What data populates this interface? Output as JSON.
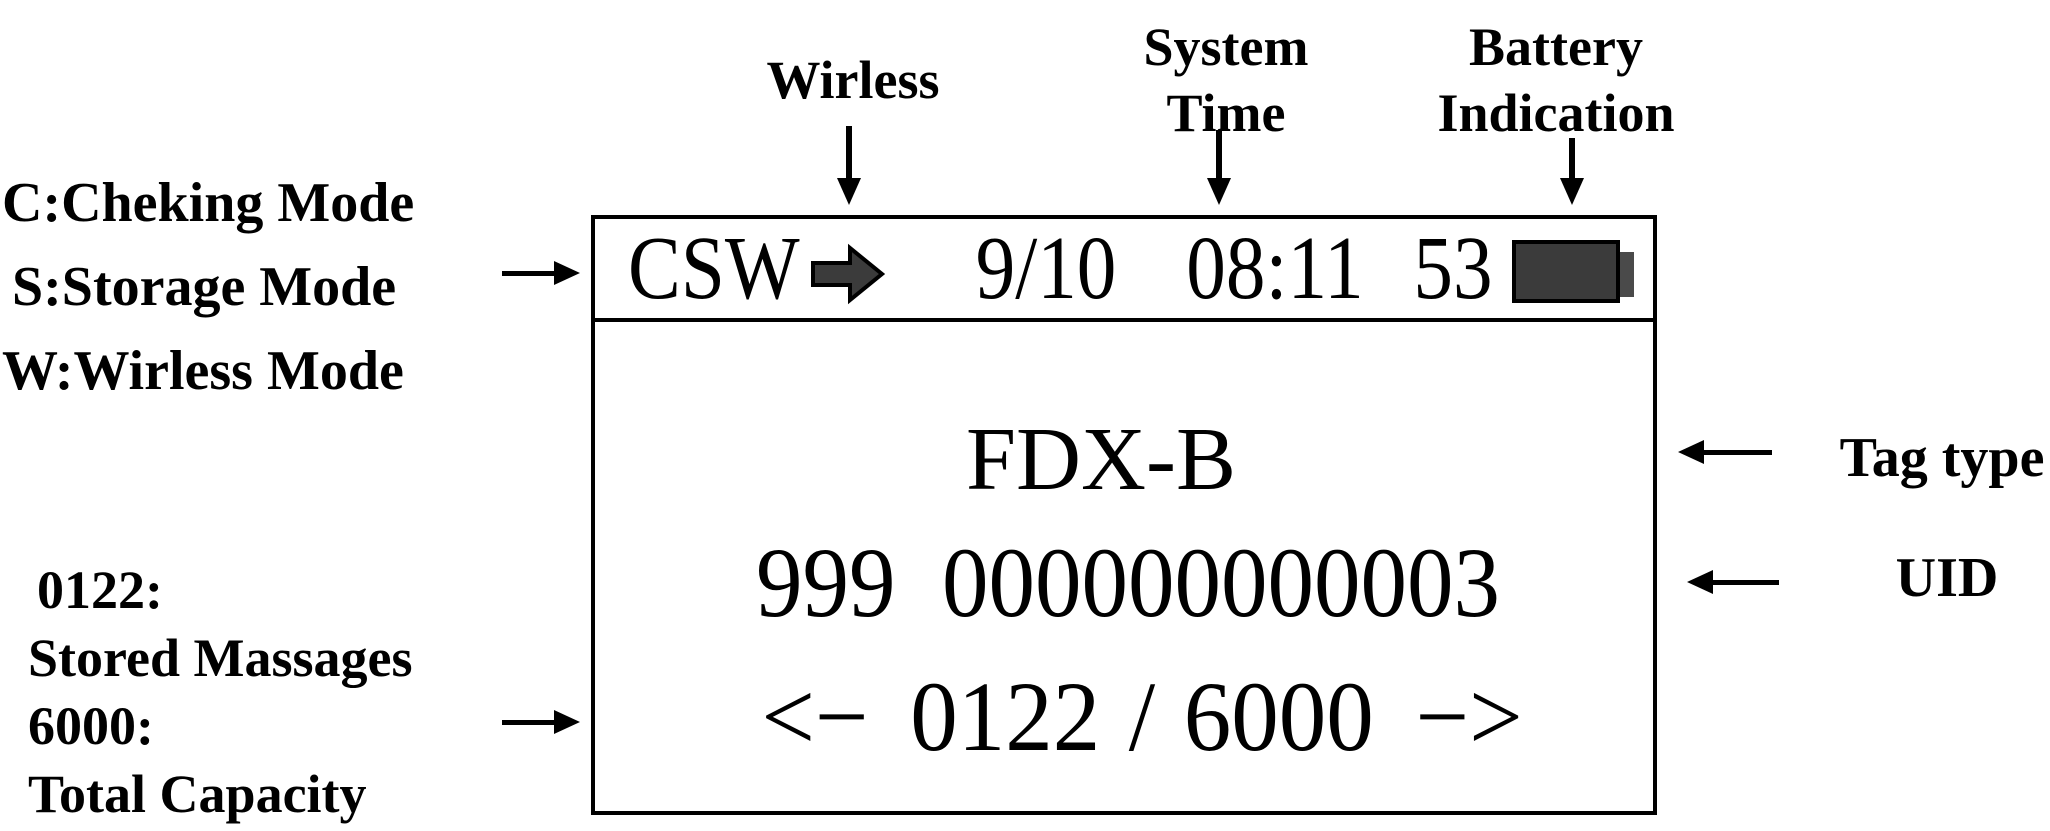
{
  "figure": {
    "background": "#ffffff",
    "ink": "#000000",
    "icon_fill": "#3b3b3b",
    "battery_nub_color": "#4a4a4a"
  },
  "display": {
    "status_bar": {
      "modes": "CSW",
      "wireless_icon": "block-right-arrow",
      "date": "9/10",
      "time": "08:11",
      "battery_percent": "53",
      "battery_icon": "battery-solid"
    },
    "tag_type": "FDX-B",
    "uid": {
      "country_code": "999",
      "national_id": "000000000003"
    },
    "record_counter": {
      "prev_symbol": "<−",
      "stored": "0122",
      "divider": "/",
      "capacity": "6000",
      "next_symbol": "−>"
    }
  },
  "annotations": {
    "mode_legend": [
      "C:Cheking Mode",
      "S:Storage Mode",
      "W:Wirless Mode"
    ],
    "wireless_label": "Wirless",
    "system_time_label": [
      "System",
      "Time"
    ],
    "battery_label": [
      "Battery",
      "Indication"
    ],
    "tag_type_label": "Tag type",
    "uid_label": "UID",
    "storage_legend": [
      "0122:",
      "Stored Massages",
      "6000:",
      "Total Capacity"
    ]
  }
}
